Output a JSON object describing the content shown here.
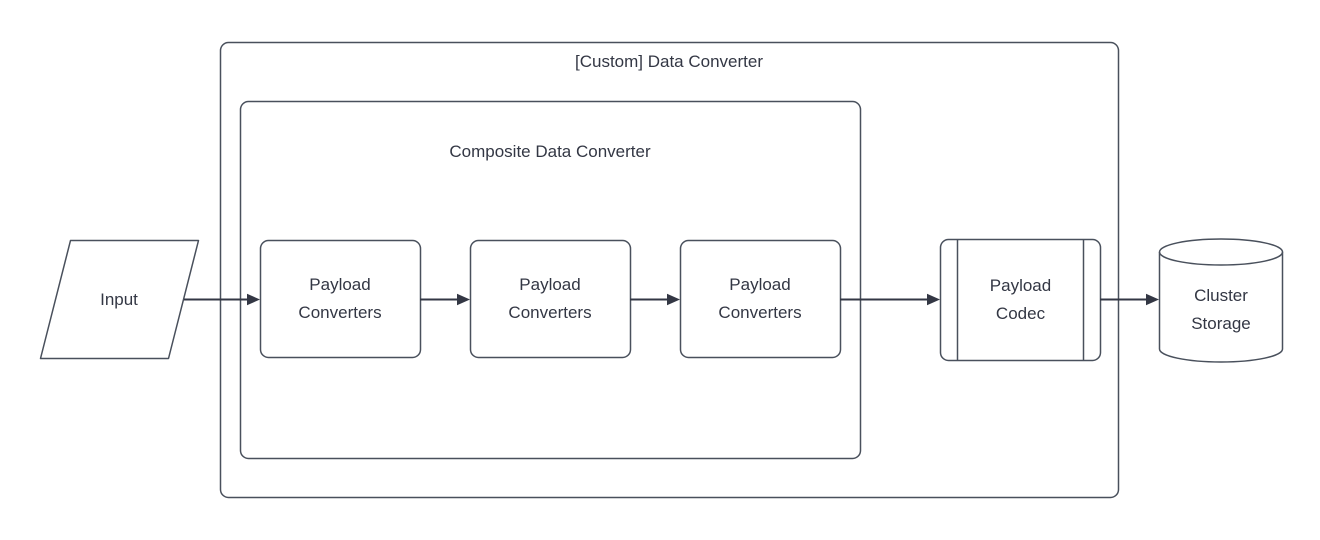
{
  "colors": {
    "background": "#ffffff",
    "shape_stroke": "#49505c",
    "edge_stroke": "#333744",
    "text": "#333744"
  },
  "diagram": {
    "containers": {
      "outer": {
        "label": "[Custom] Data Converter"
      },
      "composite": {
        "label": "Composite Data Converter"
      }
    },
    "nodes": {
      "input": {
        "label": "Input",
        "shape": "parallelogram"
      },
      "payload_converters_1": {
        "label": "Payload Converters",
        "shape": "rounded-rectangle"
      },
      "payload_converters_2": {
        "label": "Payload Converters",
        "shape": "rounded-rectangle"
      },
      "payload_converters_3": {
        "label": "Payload Converters",
        "shape": "rounded-rectangle"
      },
      "payload_codec": {
        "label": "Payload Codec",
        "shape": "predefined-process"
      },
      "cluster_storage": {
        "label": "Cluster Storage",
        "shape": "cylinder"
      }
    },
    "edges": [
      {
        "from": "input",
        "to": "payload_converters_1"
      },
      {
        "from": "payload_converters_1",
        "to": "payload_converters_2"
      },
      {
        "from": "payload_converters_2",
        "to": "payload_converters_3"
      },
      {
        "from": "payload_converters_3",
        "to": "payload_codec"
      },
      {
        "from": "payload_codec",
        "to": "cluster_storage"
      }
    ]
  }
}
